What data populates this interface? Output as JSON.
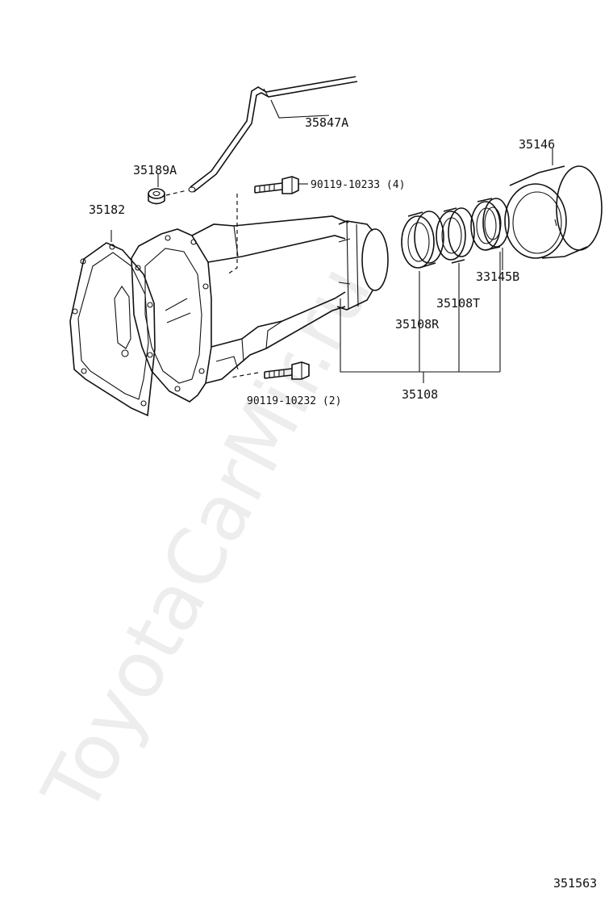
{
  "diagram": {
    "callouts": {
      "tube": "35847A",
      "nut": "35189A",
      "bolt_upper": "90119-10233 (4)",
      "gasket": "35182",
      "housing_ring": "35146",
      "oil_seal_b": "33145B",
      "part_t": "35108T",
      "part_r": "35108R",
      "kit": "35108",
      "bolt_lower": "90119-10232 (2)"
    },
    "figure_number": "351563",
    "watermark": "ToyotaCarMir.ru"
  }
}
